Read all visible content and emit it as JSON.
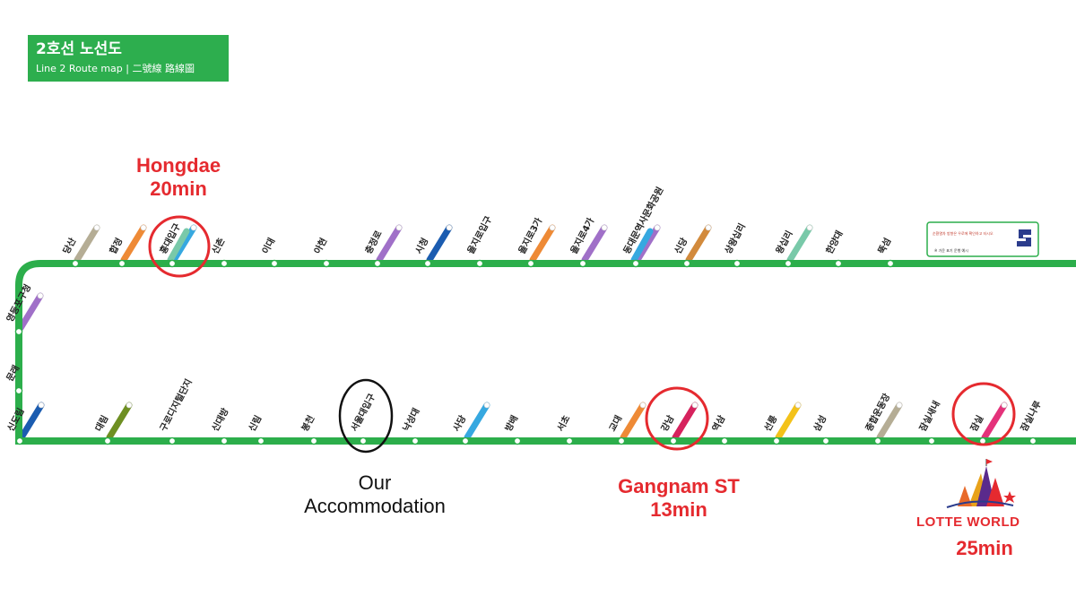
{
  "header": {
    "title": "2호선 노선도",
    "subtitle": "Line 2 Route map | 二號線 路線圖"
  },
  "colors": {
    "line2": "#2cae4b",
    "red_accent": "#e52a2f"
  },
  "callouts": {
    "hongdae": {
      "name": "Hongdae",
      "time": "20min"
    },
    "accommodation": {
      "line1": "Our",
      "line2": "Accommodation"
    },
    "gangnam": {
      "name": "Gangnam ST",
      "time": "13min"
    },
    "lotte": {
      "logo_text": "LOTTE WORLD",
      "time": "25min"
    }
  },
  "top_stations": [
    {
      "name": "당산",
      "t": "#b5ad95"
    },
    {
      "name": "합정",
      "t": "#ee8a36"
    },
    {
      "name": "홍대입구",
      "t": "#36a8e0",
      "t2": "#79c9a9"
    },
    {
      "name": "신촌",
      "t": ""
    },
    {
      "name": "이대",
      "t": ""
    },
    {
      "name": "아현",
      "t": ""
    },
    {
      "name": "충정로",
      "t": "#a070c8"
    },
    {
      "name": "시청",
      "t": "#1b5cb0"
    },
    {
      "name": "을지로입구",
      "t": ""
    },
    {
      "name": "을지로3가",
      "t": "#ee8a36"
    },
    {
      "name": "을지로4가",
      "t": "#a070c8"
    },
    {
      "name": "동대문역사문화공원",
      "t": "#a070c8",
      "t2": "#36a8e0"
    },
    {
      "name": "신당",
      "t": "#d28a3c"
    },
    {
      "name": "상왕십리",
      "t": ""
    },
    {
      "name": "왕십리",
      "t": "#79c9a9"
    },
    {
      "name": "한양대",
      "t": ""
    },
    {
      "name": "뚝섬",
      "t": ""
    }
  ],
  "bottom_stations": [
    {
      "name": "신도림",
      "t": "#1b5cb0"
    },
    {
      "name": "대림",
      "t": "#6e8f22"
    },
    {
      "name": "구로디지털단지",
      "t": ""
    },
    {
      "name": "신대방",
      "t": ""
    },
    {
      "name": "신림",
      "t": ""
    },
    {
      "name": "봉천",
      "t": ""
    },
    {
      "name": "서울대입구",
      "t": ""
    },
    {
      "name": "낙성대",
      "t": ""
    },
    {
      "name": "사당",
      "t": "#36a8e0"
    },
    {
      "name": "방배",
      "t": ""
    },
    {
      "name": "서초",
      "t": ""
    },
    {
      "name": "교대",
      "t": "#ee8a36"
    },
    {
      "name": "강남",
      "t": "#d6225d"
    },
    {
      "name": "역삼",
      "t": ""
    },
    {
      "name": "선릉",
      "t": "#f3c21a"
    },
    {
      "name": "삼성",
      "t": ""
    },
    {
      "name": "종합운동장",
      "t": "#b5ad95"
    },
    {
      "name": "잠실새내",
      "t": ""
    },
    {
      "name": "잠실",
      "t": "#e4327a"
    },
    {
      "name": "잠실나루",
      "t": ""
    }
  ],
  "left_stations": [
    {
      "name": "영등포구청",
      "t": "#a070c8"
    },
    {
      "name": "문래",
      "t": ""
    }
  ],
  "sign": {
    "line1": "순환열차 방향은 우로에 확인하고 타시오",
    "line2": "※ 가운 표기 운행 예시"
  }
}
